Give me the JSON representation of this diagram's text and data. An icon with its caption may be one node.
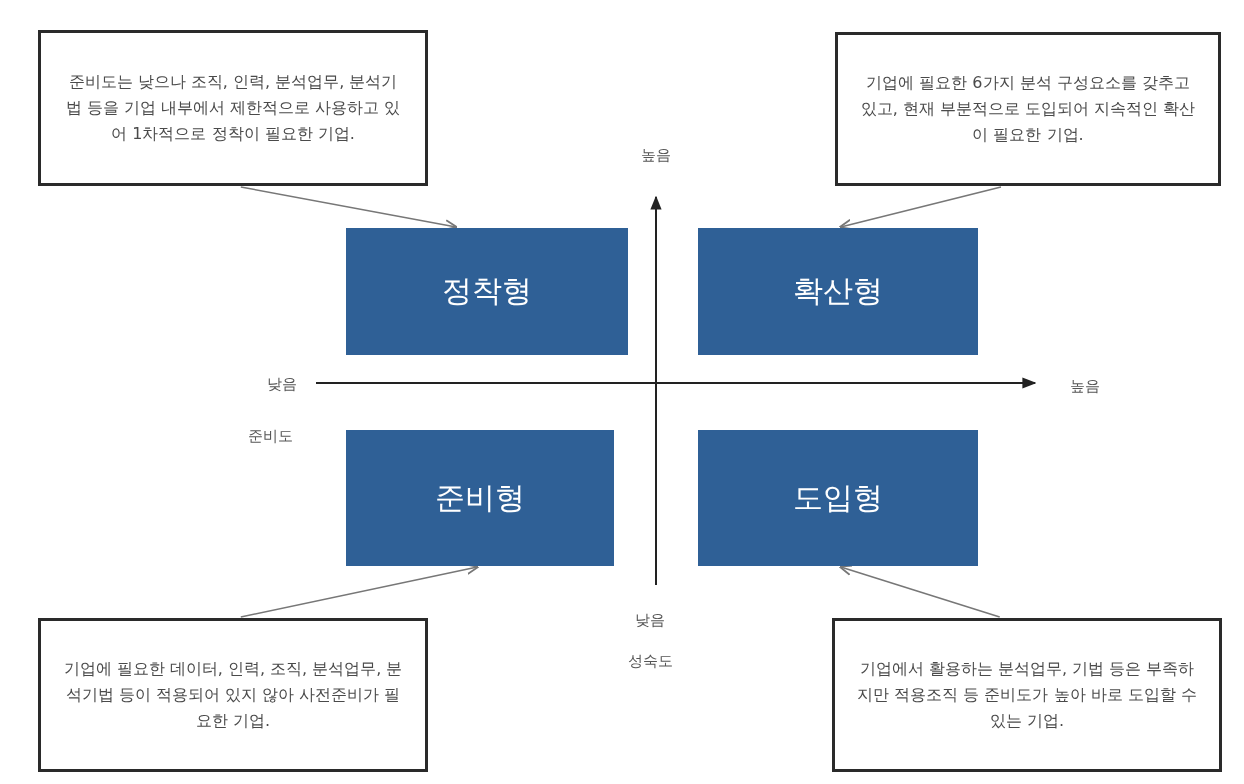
{
  "diagram": {
    "nodes": [
      {
        "text": [
          "준비도는 낮으나 조직, 인력, 분석업무, 분석기법 등을 기업 내부에서 제한적으로 사용하고 있어 1차적으로 정착이 필요한 기업."
        ]
      },
      {
        "text": [
          "기업에 필요한 6가지 분석 구성요소를 갖추고 있고, 현재 부분적으로 도입되어 지속적인 확산이 필요한 기업."
        ]
      },
      {
        "text": [
          "정착형"
        ]
      },
      {
        "text": [
          "확산형"
        ]
      },
      {
        "text": [
          "준비형"
        ]
      },
      {
        "text": [
          "도입형"
        ]
      },
      {
        "text": [
          "기업에 필요한 데이터, 인력, 조직, 분석업무, 분석기법 등이 적용되어 있지 않아 사전준비가 필요한 기업."
        ]
      },
      {
        "text": [
          "기업에서 활용하는 분석업무, 기법 등은 부족하지만 적용조직 등 준비도가 높아 바로 도입할 수 있는 기업."
        ]
      }
    ],
    "edges": [
      {
        "from": 0,
        "to": 2,
        "arrow": "to"
      },
      {
        "from": 1,
        "to": 3,
        "arrow": "to"
      },
      {
        "from": 6,
        "to": 4,
        "arrow": "to"
      },
      {
        "from": 7,
        "to": 5,
        "arrow": "to"
      }
    ],
    "labels": [
      "높음",
      "낮음",
      "높음",
      "준비도",
      "낮음",
      "성숙도"
    ]
  }
}
